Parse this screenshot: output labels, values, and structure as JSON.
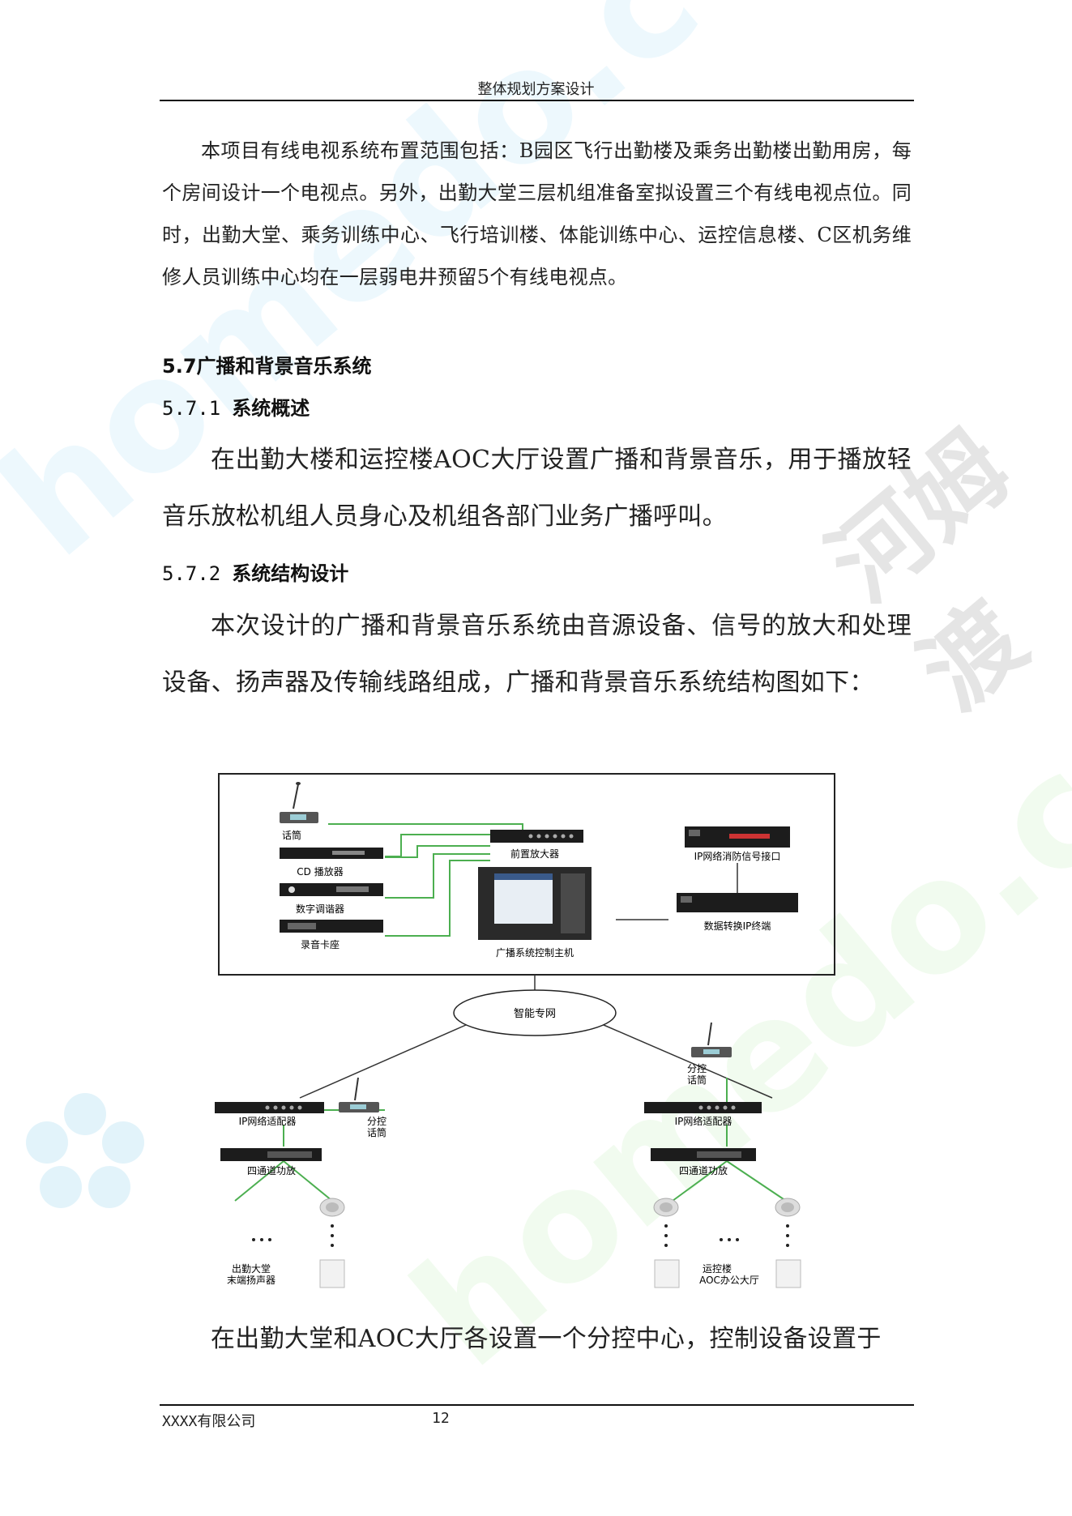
{
  "header": {
    "title": "整体规划方案设计"
  },
  "body": {
    "para1": "本项目有线电视系统布置范围包括：B园区飞行出勤楼及乘务出勤楼出勤用房，每个房间设计一个电视点。另外，出勤大堂三层机组准备室拟设置三个有线电视点位。同时，出勤大堂、乘务训练中心、飞行培训楼、体能训练中心、运控信息楼、C区机务维修人员训练中心均在一层弱电井预留5个有线电视点。",
    "section_57": "5.7广播和背景音乐系统",
    "section_571_num": "5.7.1",
    "section_571_title": "系统概述",
    "para2": "在出勤大楼和运控楼AOC大厅设置广播和背景音乐，用于播放轻音乐放松机组人员身心及机组各部门业务广播呼叫。",
    "section_572_num": "5.7.2",
    "section_572_title": "系统结构设计",
    "para3": "本次设计的广播和背景音乐系统由音源设备、信号的放大和处理设备、扬声器及传输线路组成，广播和背景音乐系统结构图如下：",
    "para4": "在出勤大堂和AOC大厅各设置一个分控中心，控制设备设置于"
  },
  "diagram": {
    "mic": "话筒",
    "cd_player": "CD 播放器",
    "digital_tuner": "数字调谐器",
    "tape_deck": "录音卡座",
    "preamp": "前置放大器",
    "host": "广播系统控制主机",
    "fire_interface": "IP网络消防信号接口",
    "data_terminal": "数据转换IP终端",
    "network": "智能专网",
    "left_adapter": "IP网络适配器",
    "left_sub_mic": "分控\n话筒",
    "left_amp": "四通道功放",
    "left_speaker_label": "出勤大堂\n末端扬声器",
    "right_sub_mic": "分控\n话筒",
    "right_adapter": "IP网络适配器",
    "right_amp": "四通道功放",
    "right_speaker_label": "运控楼\nAOC办公大厅",
    "ellipsis": "…"
  },
  "footer": {
    "company": "XXXX有限公司",
    "page_number": "12"
  },
  "watermark": {
    "text_latin": "homedo.com",
    "text_cn": "河姆渡"
  }
}
